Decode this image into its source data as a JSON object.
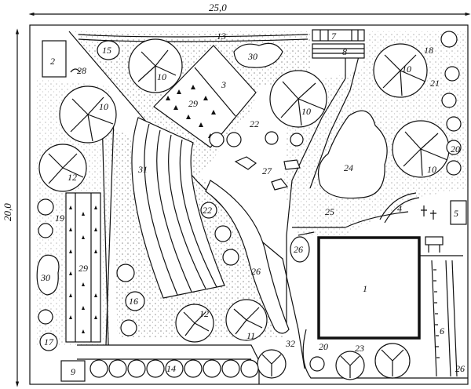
{
  "dimensions": {
    "width": "25,0",
    "height": "20,0"
  },
  "labels": {
    "house": "1",
    "bench": "2",
    "flowerbed": "3",
    "play_4": "4",
    "sandpit": "5",
    "hedge_right": "6",
    "steps_7": "7",
    "steps_8": "8",
    "compost": "9",
    "tree": "10",
    "tree_left": "12",
    "tree_bottom_12": "12",
    "tree_11": "11",
    "lawn_strip": "13",
    "shrub_14": "14",
    "shrub_15": "15",
    "shrub_16": "16",
    "shrub_17": "17",
    "shrub_18": "18",
    "shrub_19": "19",
    "shrub_20_right": "20",
    "shrub_20_bottom": "20",
    "shrub_21": "21",
    "shrub_22a": "22",
    "shrub_22b": "22",
    "pond": "24",
    "patio": "25",
    "path_26": "26",
    "path_26b": "26",
    "path_26c": "26",
    "rocks_27": "27",
    "hedge_28": "28",
    "vegbed_29": "29",
    "vegbed_29b": "29",
    "bush_30": "30",
    "bush_30b": "30",
    "beds_31": "31",
    "shrub_32": "32",
    "shrub_23": "23"
  }
}
